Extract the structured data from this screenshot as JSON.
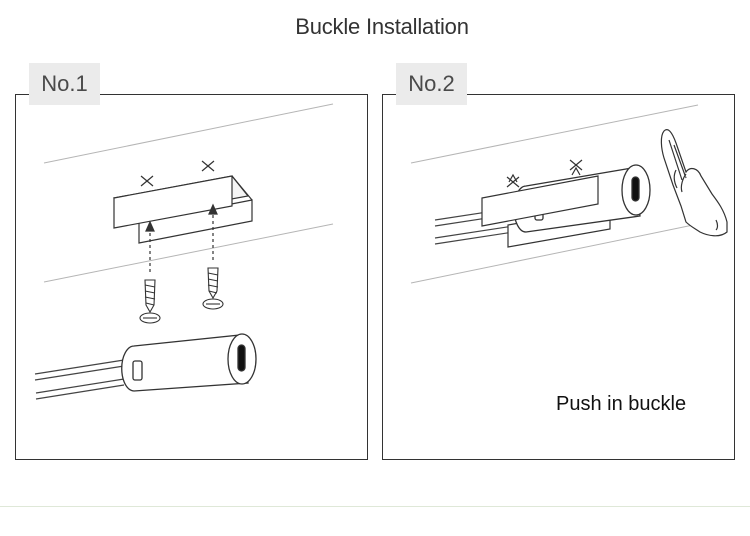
{
  "title": "Buckle Installation",
  "steps": [
    {
      "label": "No.1"
    },
    {
      "label": "No.2",
      "caption": "Push in buckle"
    }
  ],
  "colors": {
    "line": "#333333",
    "tab_bg": "#ebebeb",
    "footer_rule": "#dfe8d8"
  },
  "icons": [
    "buckle-icon",
    "screw-icon",
    "sensor-switch-icon",
    "hand-icon",
    "cross-mark-icon",
    "dashed-arrow-icon"
  ]
}
